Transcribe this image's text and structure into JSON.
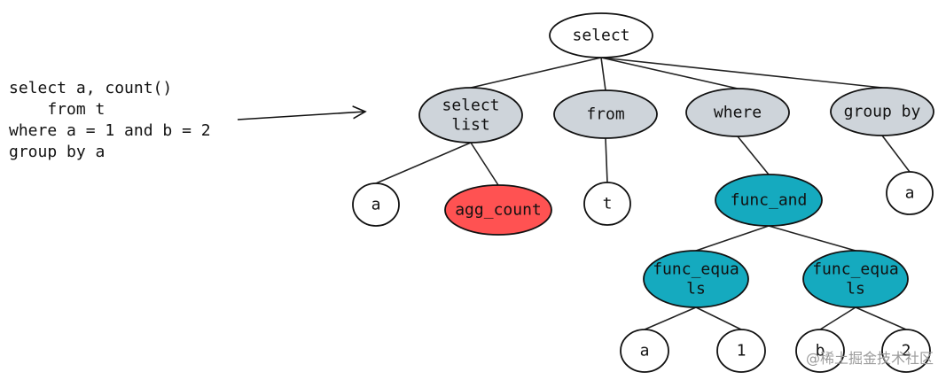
{
  "sql": {
    "lines": [
      "select a, count()",
      "    from t",
      "where a = 1 and b = 2",
      "group by a"
    ]
  },
  "colors": {
    "root": "#ffffff",
    "clause": "#ced4da",
    "leaf": "#ffffff",
    "agg": "#ff5252",
    "func": "#15aabf"
  },
  "tree": {
    "nodes": [
      {
        "id": "select",
        "lines": [
          "select"
        ],
        "fill": "root"
      },
      {
        "id": "select-list",
        "lines": [
          "select",
          "list"
        ],
        "fill": "clause"
      },
      {
        "id": "from",
        "lines": [
          "from"
        ],
        "fill": "clause"
      },
      {
        "id": "where",
        "lines": [
          "where"
        ],
        "fill": "clause"
      },
      {
        "id": "group-by",
        "lines": [
          "group by"
        ],
        "fill": "clause"
      },
      {
        "id": "a-col",
        "lines": [
          "a"
        ],
        "fill": "leaf"
      },
      {
        "id": "agg-count",
        "lines": [
          "agg_count"
        ],
        "fill": "agg"
      },
      {
        "id": "t",
        "lines": [
          "t"
        ],
        "fill": "leaf"
      },
      {
        "id": "func-and",
        "lines": [
          "func_and"
        ],
        "fill": "func"
      },
      {
        "id": "a-group",
        "lines": [
          "a"
        ],
        "fill": "leaf"
      },
      {
        "id": "func-equals-1",
        "lines": [
          "func_equa",
          "ls"
        ],
        "fill": "func"
      },
      {
        "id": "func-equals-2",
        "lines": [
          "func_equa",
          "ls"
        ],
        "fill": "func"
      },
      {
        "id": "a-eq",
        "lines": [
          "a"
        ],
        "fill": "leaf"
      },
      {
        "id": "one",
        "lines": [
          "1"
        ],
        "fill": "leaf"
      },
      {
        "id": "b",
        "lines": [
          "b"
        ],
        "fill": "leaf"
      },
      {
        "id": "two",
        "lines": [
          "2"
        ],
        "fill": "leaf"
      }
    ],
    "edges": [
      [
        "select",
        "select-list"
      ],
      [
        "select",
        "from"
      ],
      [
        "select",
        "where"
      ],
      [
        "select",
        "group-by"
      ],
      [
        "select-list",
        "a-col"
      ],
      [
        "select-list",
        "agg-count"
      ],
      [
        "from",
        "t"
      ],
      [
        "where",
        "func-and"
      ],
      [
        "group-by",
        "a-group"
      ],
      [
        "func-and",
        "func-equals-1"
      ],
      [
        "func-and",
        "func-equals-2"
      ],
      [
        "func-equals-1",
        "a-eq"
      ],
      [
        "func-equals-1",
        "one"
      ],
      [
        "func-equals-2",
        "b"
      ],
      [
        "func-equals-2",
        "two"
      ]
    ]
  },
  "watermark": "@稀土掘金技术社区"
}
